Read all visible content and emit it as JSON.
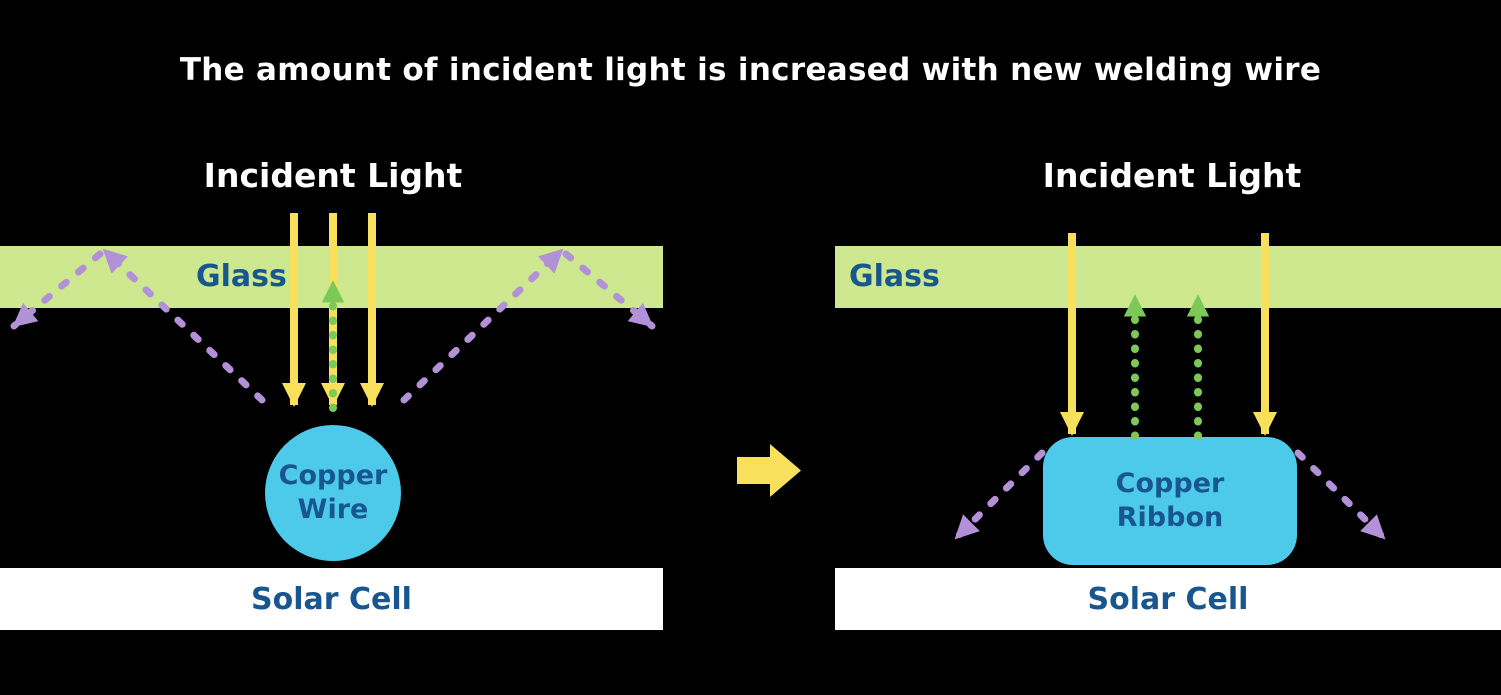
{
  "title": "The amount of incident light is increased with new welding wire",
  "colors": {
    "background": "#000000",
    "title_text": "#ffffff",
    "glass": "#cde88e",
    "label_blue": "#17568e",
    "yellow": "#f9e05c",
    "green": "#7dc957",
    "purple": "#b391d8",
    "cyan": "#4dc9e9",
    "solar_cell": "#ffffff"
  },
  "icons": {
    "transition_arrow": "right-block-arrow",
    "incident_ray": "yellow-down-arrow",
    "reflected_ray": "green-dotted-up-arrow",
    "scattered_ray": "purple-dashed-arrow"
  },
  "left_panel": {
    "heading": "Incident Light",
    "glass_label": "Glass",
    "conductor_line1": "Copper",
    "conductor_line2": "Wire",
    "solar_cell_label": "Solar Cell"
  },
  "right_panel": {
    "heading": "Incident Light",
    "glass_label": "Glass",
    "conductor_line1": "Copper",
    "conductor_line2": "Ribbon",
    "solar_cell_label": "Solar Cell"
  }
}
